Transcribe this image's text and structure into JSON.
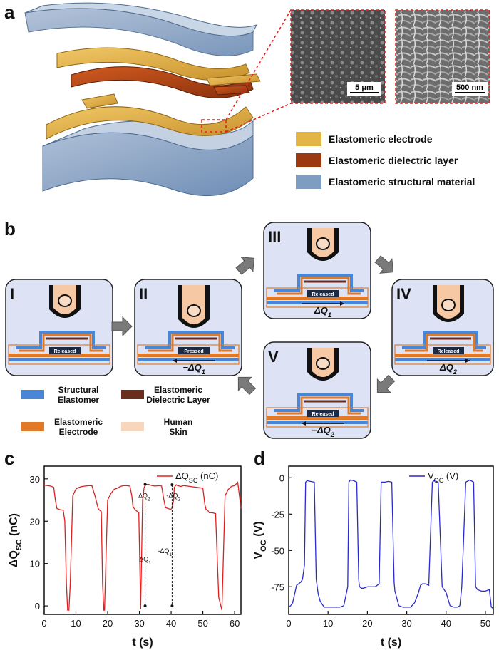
{
  "panels": {
    "a": "a",
    "b": "b",
    "c": "c",
    "d": "d"
  },
  "panel_a": {
    "sem_scale_1": "5 μm",
    "sem_scale_2": "500 nm",
    "legend": [
      {
        "label": "Elastomeric electrode",
        "color": "#e3b547"
      },
      {
        "label": "Elastomeric dielectric layer",
        "color": "#9b3a10"
      },
      {
        "label": "Elastomeric structural material",
        "color": "#7f9cc1"
      }
    ]
  },
  "panel_b": {
    "stages": [
      {
        "numeral": "I",
        "label": "Released",
        "charge": ""
      },
      {
        "numeral": "II",
        "label": "Pressed",
        "charge": "−ΔQ",
        "sub": "1"
      },
      {
        "numeral": "III",
        "label": "Released",
        "charge": "ΔQ",
        "sub": "1"
      },
      {
        "numeral": "IV",
        "label": "Released",
        "charge": "ΔQ",
        "sub": "2"
      },
      {
        "numeral": "V",
        "label": "Released",
        "charge": "−ΔQ",
        "sub": "2"
      }
    ],
    "legend": [
      {
        "line1": "Structural",
        "line2": "Elastomer",
        "color": "#4a86d6"
      },
      {
        "line1": "Elastomeric",
        "line2": "Dielectric Layer",
        "color": "#6b2e1c"
      },
      {
        "line1": "Elastomeric",
        "line2": "Electrode",
        "color": "#e07a28"
      },
      {
        "line1": "Human",
        "line2": "Skin",
        "color": "#f8d6bc"
      }
    ]
  },
  "chart_data": [
    {
      "type": "line",
      "panel": "c",
      "xlabel": "t (s)",
      "ylabel": "ΔQ",
      "ylabel_sub": "SC",
      "ylabel_unit": " (nC)",
      "legend": {
        "text": "ΔQ",
        "sub": "SC",
        "unit": " (nC)",
        "color": "#e02020",
        "position": "top-right"
      },
      "xlim": [
        0,
        62
      ],
      "ylim": [
        -2,
        33
      ],
      "xticks": [
        0,
        10,
        20,
        30,
        40,
        50,
        60
      ],
      "yticks": [
        0,
        10,
        20,
        30
      ],
      "annotations": [
        {
          "text": "ΔQ",
          "sub": "2",
          "x": 31.5,
          "y": 25.5
        },
        {
          "text": "-ΔQ",
          "sub": "2",
          "x": 40.7,
          "y": 25.5
        },
        {
          "text": "ΔQ",
          "sub": "1",
          "x": 31.8,
          "y": 10.5
        },
        {
          "text": "-ΔQ",
          "sub": "1",
          "x": 38.0,
          "y": 12.5
        }
      ],
      "series": [
        {
          "color": "#e02020",
          "x": [
            0,
            2,
            3,
            3.5,
            4,
            5,
            6,
            6.5,
            7,
            7.4,
            7.8,
            8.2,
            9,
            10,
            11,
            12,
            13,
            14,
            15,
            16,
            17,
            17.6,
            18,
            18.4,
            18.8,
            19,
            20,
            21,
            22,
            23,
            24,
            25,
            26,
            27,
            27.6,
            28,
            28.6,
            29,
            29.8,
            30.4,
            31,
            31.5,
            32,
            33,
            33.5,
            34,
            35,
            36,
            37,
            37.6,
            38.2,
            39,
            39.8,
            40.2,
            40.8,
            41,
            41.6,
            42,
            43,
            44,
            45,
            46,
            47,
            48,
            49,
            50,
            50.6,
            51,
            51.6,
            52,
            53,
            54,
            55,
            56,
            57,
            58,
            59,
            60,
            61,
            62
          ],
          "y": [
            28.5,
            28.3,
            28,
            25,
            23,
            22.7,
            22.6,
            20,
            5,
            -1,
            -1,
            5,
            26,
            27.6,
            28,
            28.2,
            28.3,
            28.4,
            28.4,
            26,
            23,
            22.5,
            22.3,
            5,
            -1,
            -1,
            25,
            26.5,
            27.5,
            27.8,
            28.2,
            28.4,
            28.4,
            28.3,
            26,
            23.3,
            22.8,
            22.5,
            22,
            -0.8,
            25,
            28,
            28.7,
            28.7,
            28.5,
            28.4,
            28.3,
            28.4,
            28.3,
            25.5,
            23.2,
            23,
            22.8,
            23,
            25,
            28,
            28.6,
            28.4,
            28.2,
            28.4,
            28.3,
            28.2,
            28.1,
            28,
            27.9,
            27.8,
            24,
            22.8,
            22.5,
            22,
            22,
            21.8,
            2,
            -1,
            26,
            27.5,
            28.2,
            28.4,
            29.2,
            23
          ]
        }
      ]
    },
    {
      "type": "line",
      "panel": "d",
      "xlabel": "t (s)",
      "ylabel": "V",
      "ylabel_sub": "OC",
      "ylabel_unit": " (V)",
      "legend": {
        "text": "V",
        "sub": "OC",
        "unit": " (V)",
        "color": "#2a2ad0",
        "position": "top-right"
      },
      "xlim": [
        0,
        52
      ],
      "ylim": [
        -94,
        8
      ],
      "xticks": [
        0,
        10,
        20,
        30,
        40,
        50
      ],
      "yticks": [
        0,
        -25,
        -50,
        -75
      ],
      "series": [
        {
          "color": "#2a2ad0",
          "x": [
            0,
            0.5,
            1,
            1.5,
            2,
            2.5,
            3,
            3.5,
            4,
            4.3,
            4.7,
            5.5,
            6.5,
            7,
            7.5,
            8,
            9,
            10,
            11,
            12,
            13,
            14,
            15,
            15.3,
            15.7,
            16.5,
            17.3,
            17.8,
            18,
            18.5,
            19,
            20,
            21,
            22,
            23,
            23.5,
            24.5,
            25.3,
            26.2,
            26.8,
            27,
            28,
            29,
            30,
            31,
            32,
            33,
            33.5,
            34,
            34.8,
            35.6,
            36.5,
            37.2,
            37.5,
            38,
            39,
            40,
            41,
            42,
            43,
            43.5,
            44,
            45,
            46,
            47,
            47.5,
            48,
            49,
            50,
            51,
            51.5,
            52
          ],
          "y": [
            -89,
            -88,
            -86,
            -80,
            -74,
            -73,
            -72,
            -70,
            -60,
            -3,
            -2,
            -2.5,
            -3,
            -70,
            -80,
            -85,
            -89,
            -89,
            -89,
            -89,
            -89,
            -88,
            -75,
            -3,
            -1.5,
            -2,
            -3,
            -70,
            -75,
            -76,
            -76,
            -75,
            -75,
            -75,
            -73,
            -3,
            -3,
            -2.5,
            -3,
            -72,
            -78,
            -88,
            -89,
            -89,
            -89,
            -86,
            -79,
            -74,
            -73,
            -73,
            -74,
            -3,
            -1.5,
            -2.5,
            -3,
            -75,
            -79,
            -88,
            -89,
            -89,
            -88,
            -75,
            -3,
            -1.5,
            -3,
            -75,
            -77,
            -78,
            -78,
            -77,
            -89,
            -90
          ]
        }
      ]
    }
  ]
}
